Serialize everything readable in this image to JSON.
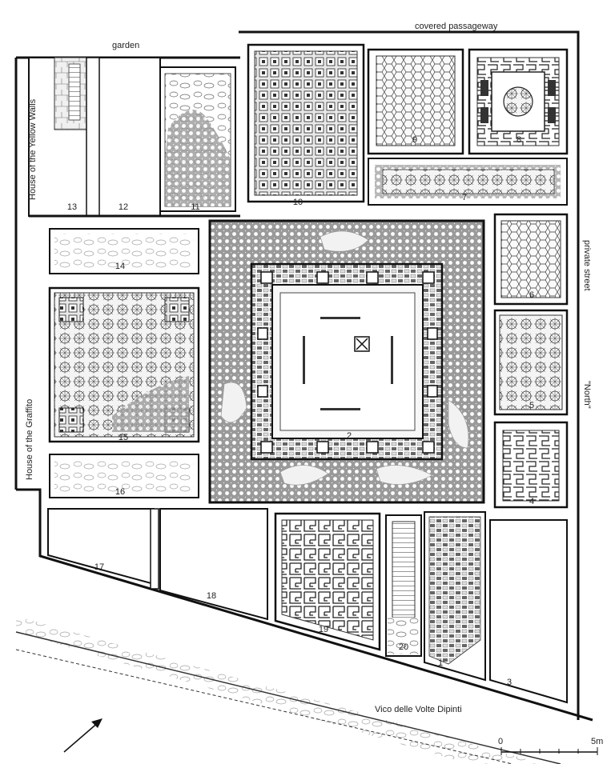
{
  "labels": {
    "garden": "garden",
    "covered_passageway": "covered passageway",
    "house_yellow_walls": "House of the Yellow Walls",
    "house_graffito": "House of the Graffito",
    "private_street": "private street",
    "north": "\"North\"",
    "vico": "Vico delle Volte Dipinti"
  },
  "rooms": [
    "1",
    "2",
    "3",
    "4",
    "5",
    "6",
    "7",
    "8",
    "9",
    "10",
    "11",
    "12",
    "13",
    "14",
    "15",
    "16",
    "17",
    "18",
    "19",
    "20"
  ],
  "scale_bar": {
    "start": "0",
    "end": "5m"
  }
}
